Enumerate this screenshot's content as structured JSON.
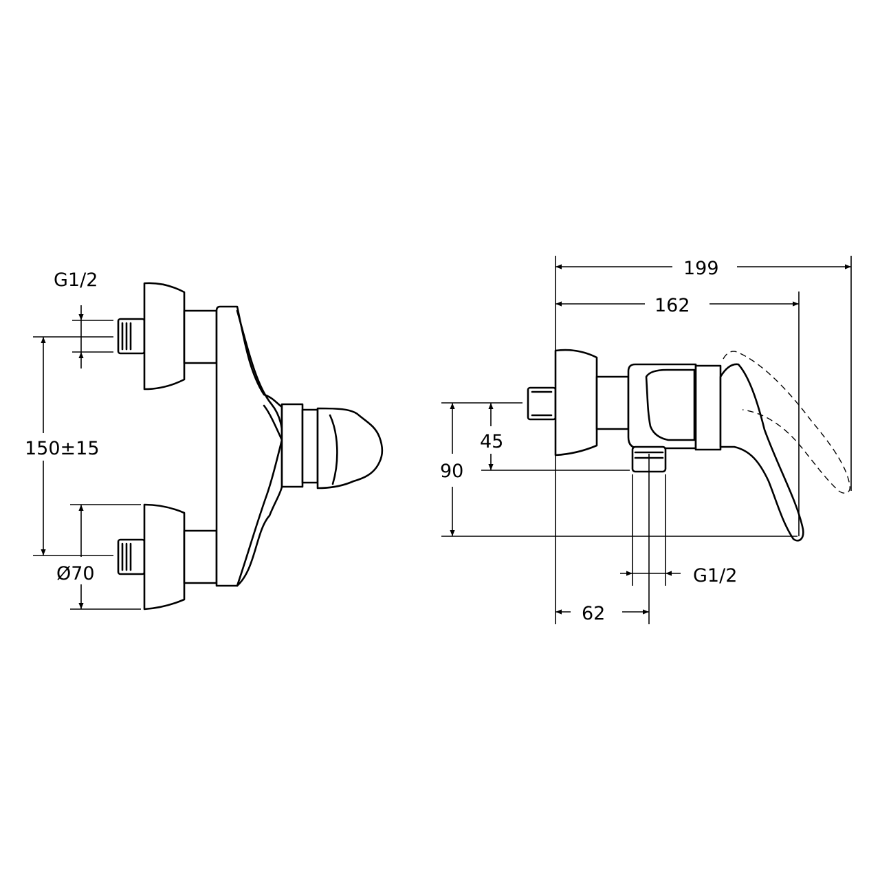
{
  "drawing": {
    "front_view": {
      "thread_top": "G1/2",
      "center_distance": "150±15",
      "rosette_diameter": "Ø70"
    },
    "side_view": {
      "overall_depth_lever_open": "199",
      "overall_depth": "162",
      "outlet_offset": "62",
      "inlet_to_outlet_height": "45",
      "inlet_to_lever_height": "90",
      "outlet_thread": "G1/2"
    }
  }
}
